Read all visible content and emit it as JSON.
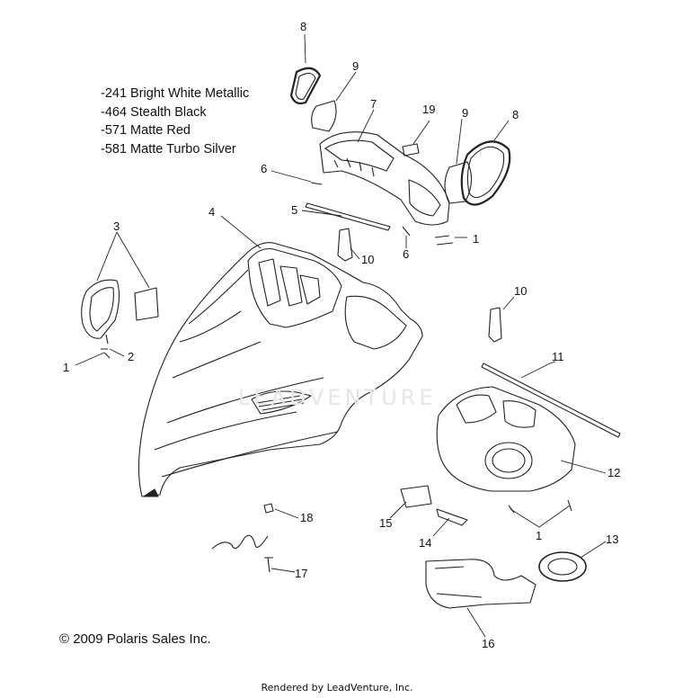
{
  "legend": {
    "colors": [
      "-241 Bright White Metallic",
      "-464 Stealth Black",
      "-571  Matte Red",
      "-581 Matte Turbo Silver"
    ]
  },
  "callouts": [
    "8",
    "9",
    "7",
    "19",
    "9",
    "8",
    "6",
    "5",
    "4",
    "3",
    "10",
    "1",
    "6",
    "10",
    "2",
    "1",
    "11",
    "12",
    "18",
    "15",
    "14",
    "1",
    "13",
    "17",
    "16"
  ],
  "footer": {
    "copyright": "© 2009 Polaris Sales Inc.",
    "rendered_by": "Rendered by LeadVenture, Inc."
  },
  "watermark": "LEADVENTURE"
}
